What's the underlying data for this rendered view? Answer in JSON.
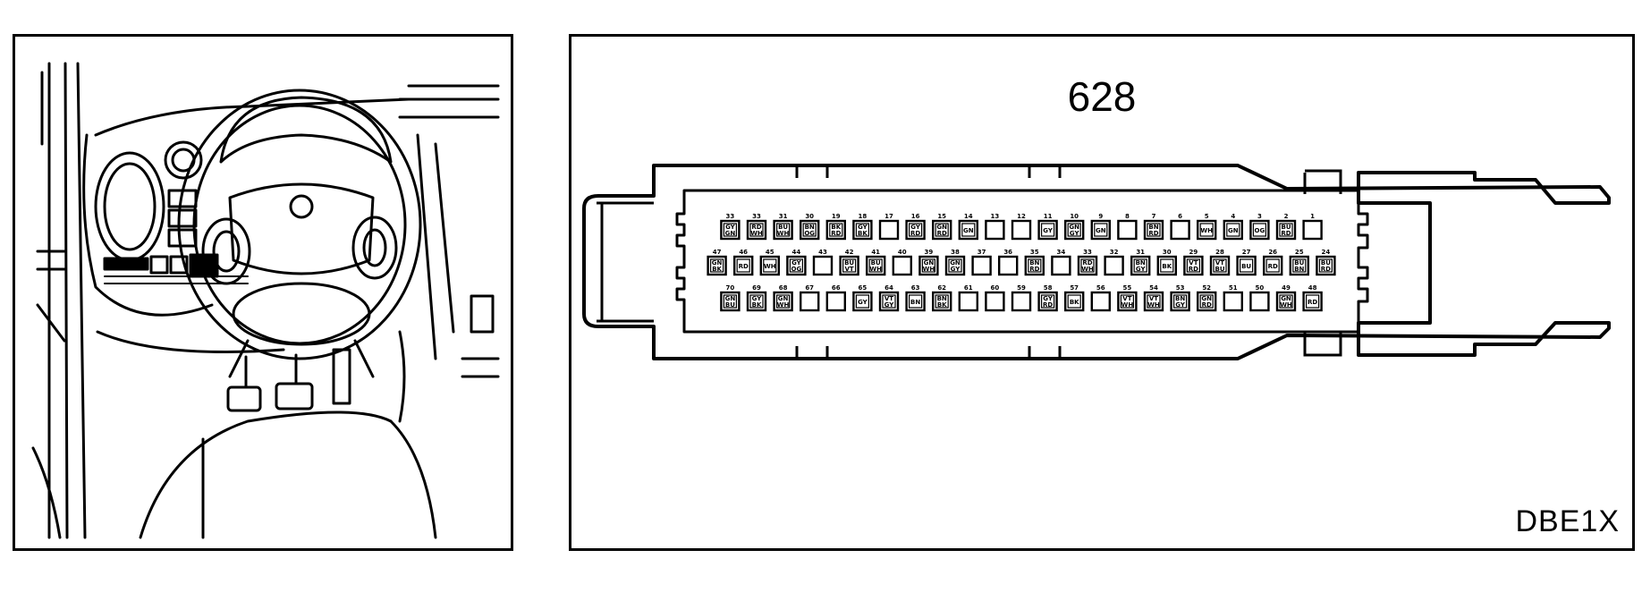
{
  "connector": {
    "number": "628",
    "code": "DBE1X",
    "rows": [
      {
        "label": "top",
        "pins": [
          {
            "num": "33",
            "c1": "GY",
            "c2": "GN"
          },
          {
            "num": "33",
            "c1": "RD",
            "c2": "WH"
          },
          {
            "num": "31",
            "c1": "BU",
            "c2": "WH"
          },
          {
            "num": "30",
            "c1": "BN",
            "c2": "OG"
          },
          {
            "num": "19",
            "c1": "BK",
            "c2": "RD"
          },
          {
            "num": "18",
            "c1": "GY",
            "c2": "BK"
          },
          {
            "num": "17",
            "c1": "",
            "c2": ""
          },
          {
            "num": "16",
            "c1": "GY",
            "c2": "RD"
          },
          {
            "num": "15",
            "c1": "GN",
            "c2": "RD"
          },
          {
            "num": "14",
            "c1": "GN",
            "c2": ""
          },
          {
            "num": "13",
            "c1": "",
            "c2": ""
          },
          {
            "num": "12",
            "c1": "",
            "c2": ""
          },
          {
            "num": "11",
            "c1": "GY",
            "c2": ""
          },
          {
            "num": "10",
            "c1": "GN",
            "c2": "GY"
          },
          {
            "num": "9",
            "c1": "GN",
            "c2": ""
          },
          {
            "num": "8",
            "c1": "",
            "c2": ""
          },
          {
            "num": "7",
            "c1": "BN",
            "c2": "RD"
          },
          {
            "num": "6",
            "c1": "",
            "c2": ""
          },
          {
            "num": "5",
            "c1": "WH",
            "c2": ""
          },
          {
            "num": "4",
            "c1": "GN",
            "c2": ""
          },
          {
            "num": "3",
            "c1": "OG",
            "c2": ""
          },
          {
            "num": "2",
            "c1": "BU",
            "c2": "RD"
          },
          {
            "num": "1",
            "c1": "",
            "c2": ""
          }
        ]
      },
      {
        "label": "middle",
        "pins": [
          {
            "num": "47",
            "c1": "GN",
            "c2": "BK"
          },
          {
            "num": "46",
            "c1": "RD",
            "c2": ""
          },
          {
            "num": "45",
            "c1": "WH",
            "c2": ""
          },
          {
            "num": "44",
            "c1": "GY",
            "c2": "OG"
          },
          {
            "num": "43",
            "c1": "",
            "c2": ""
          },
          {
            "num": "42",
            "c1": "BU",
            "c2": "VT"
          },
          {
            "num": "41",
            "c1": "BU",
            "c2": "WH"
          },
          {
            "num": "40",
            "c1": "",
            "c2": ""
          },
          {
            "num": "39",
            "c1": "GN",
            "c2": "WH"
          },
          {
            "num": "38",
            "c1": "GN",
            "c2": "GY"
          },
          {
            "num": "37",
            "c1": "",
            "c2": ""
          },
          {
            "num": "36",
            "c1": "",
            "c2": ""
          },
          {
            "num": "35",
            "c1": "BN",
            "c2": "RD"
          },
          {
            "num": "34",
            "c1": "",
            "c2": ""
          },
          {
            "num": "33",
            "c1": "RD",
            "c2": "WH"
          },
          {
            "num": "32",
            "c1": "",
            "c2": ""
          },
          {
            "num": "31",
            "c1": "BN",
            "c2": "GY"
          },
          {
            "num": "30",
            "c1": "BK",
            "c2": ""
          },
          {
            "num": "29",
            "c1": "VT",
            "c2": "RD"
          },
          {
            "num": "28",
            "c1": "VT",
            "c2": "BU"
          },
          {
            "num": "27",
            "c1": "BU",
            "c2": ""
          },
          {
            "num": "26",
            "c1": "RD",
            "c2": ""
          },
          {
            "num": "25",
            "c1": "BU",
            "c2": "BN"
          },
          {
            "num": "24",
            "c1": "BU",
            "c2": "RD"
          }
        ]
      },
      {
        "label": "bottom",
        "pins": [
          {
            "num": "70",
            "c1": "GN",
            "c2": "BU"
          },
          {
            "num": "69",
            "c1": "GY",
            "c2": "BK"
          },
          {
            "num": "68",
            "c1": "GN",
            "c2": "WH"
          },
          {
            "num": "67",
            "c1": "",
            "c2": ""
          },
          {
            "num": "66",
            "c1": "",
            "c2": ""
          },
          {
            "num": "65",
            "c1": "GY",
            "c2": ""
          },
          {
            "num": "64",
            "c1": "VT",
            "c2": "GY"
          },
          {
            "num": "63",
            "c1": "BN",
            "c2": ""
          },
          {
            "num": "62",
            "c1": "BN",
            "c2": "BK"
          },
          {
            "num": "61",
            "c1": "",
            "c2": ""
          },
          {
            "num": "60",
            "c1": "",
            "c2": ""
          },
          {
            "num": "59",
            "c1": "",
            "c2": ""
          },
          {
            "num": "58",
            "c1": "GY",
            "c2": "RD"
          },
          {
            "num": "57",
            "c1": "BK",
            "c2": ""
          },
          {
            "num": "56",
            "c1": "",
            "c2": ""
          },
          {
            "num": "55",
            "c1": "VT",
            "c2": "WH"
          },
          {
            "num": "54",
            "c1": "VT",
            "c2": "WH"
          },
          {
            "num": "53",
            "c1": "BN",
            "c2": "GY"
          },
          {
            "num": "52",
            "c1": "GN",
            "c2": "RD"
          },
          {
            "num": "51",
            "c1": "",
            "c2": ""
          },
          {
            "num": "50",
            "c1": "",
            "c2": ""
          },
          {
            "num": "49",
            "c1": "GN",
            "c2": "WH"
          },
          {
            "num": "48",
            "c1": "RD",
            "c2": ""
          }
        ]
      }
    ]
  }
}
